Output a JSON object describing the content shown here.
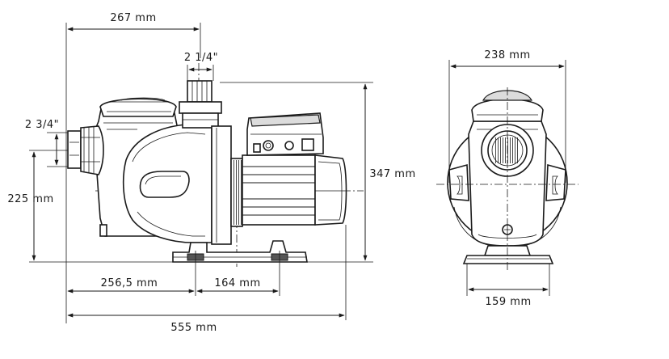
{
  "dimensions": {
    "overall_depth": "267 mm",
    "outlet_thread": "2 1/4\"",
    "inlet_thread": "2 3/4\"",
    "inlet_height": "225 mm",
    "total_height": "347 mm",
    "inlet_to_foot": "256,5 mm",
    "foot_span": "164 mm",
    "total_length": "555 mm",
    "total_width": "238 mm",
    "base_width": "159 mm"
  }
}
